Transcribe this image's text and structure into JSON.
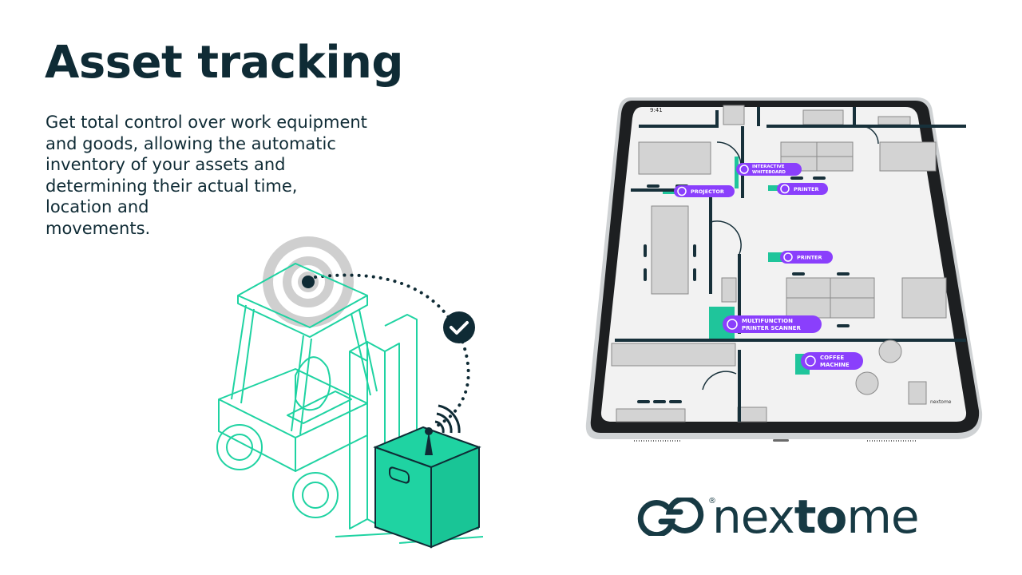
{
  "heading": "Asset tracking",
  "description_lines": [
    "Get total control over work equipment",
    "and goods, allowing the automatic",
    "inventory of your assets and",
    "determining their actual time,",
    "location and",
    "movements."
  ],
  "tablet": {
    "status_time": "9:41",
    "pins": {
      "interactive_whiteboard": [
        "INTERACTIVE",
        "WHITEBOARD"
      ],
      "projector": "PROJECTOR",
      "printer_1": "PRINTER",
      "printer_2": "PRINTER",
      "multifunction": [
        "MULTIFUNCTION",
        "PRINTER SCANNER"
      ],
      "coffee": [
        "COFFEE",
        "MACHINE"
      ]
    },
    "watermark": "nextome"
  },
  "logo": {
    "word_light_1": "nex",
    "word_bold": "to",
    "word_light_2": "me",
    "registered": "®"
  },
  "colors": {
    "navy": "#0f2b35",
    "teal": "#1fd3a2",
    "purple": "#8a3ffc",
    "gray_ring": "#c9c9c9"
  }
}
